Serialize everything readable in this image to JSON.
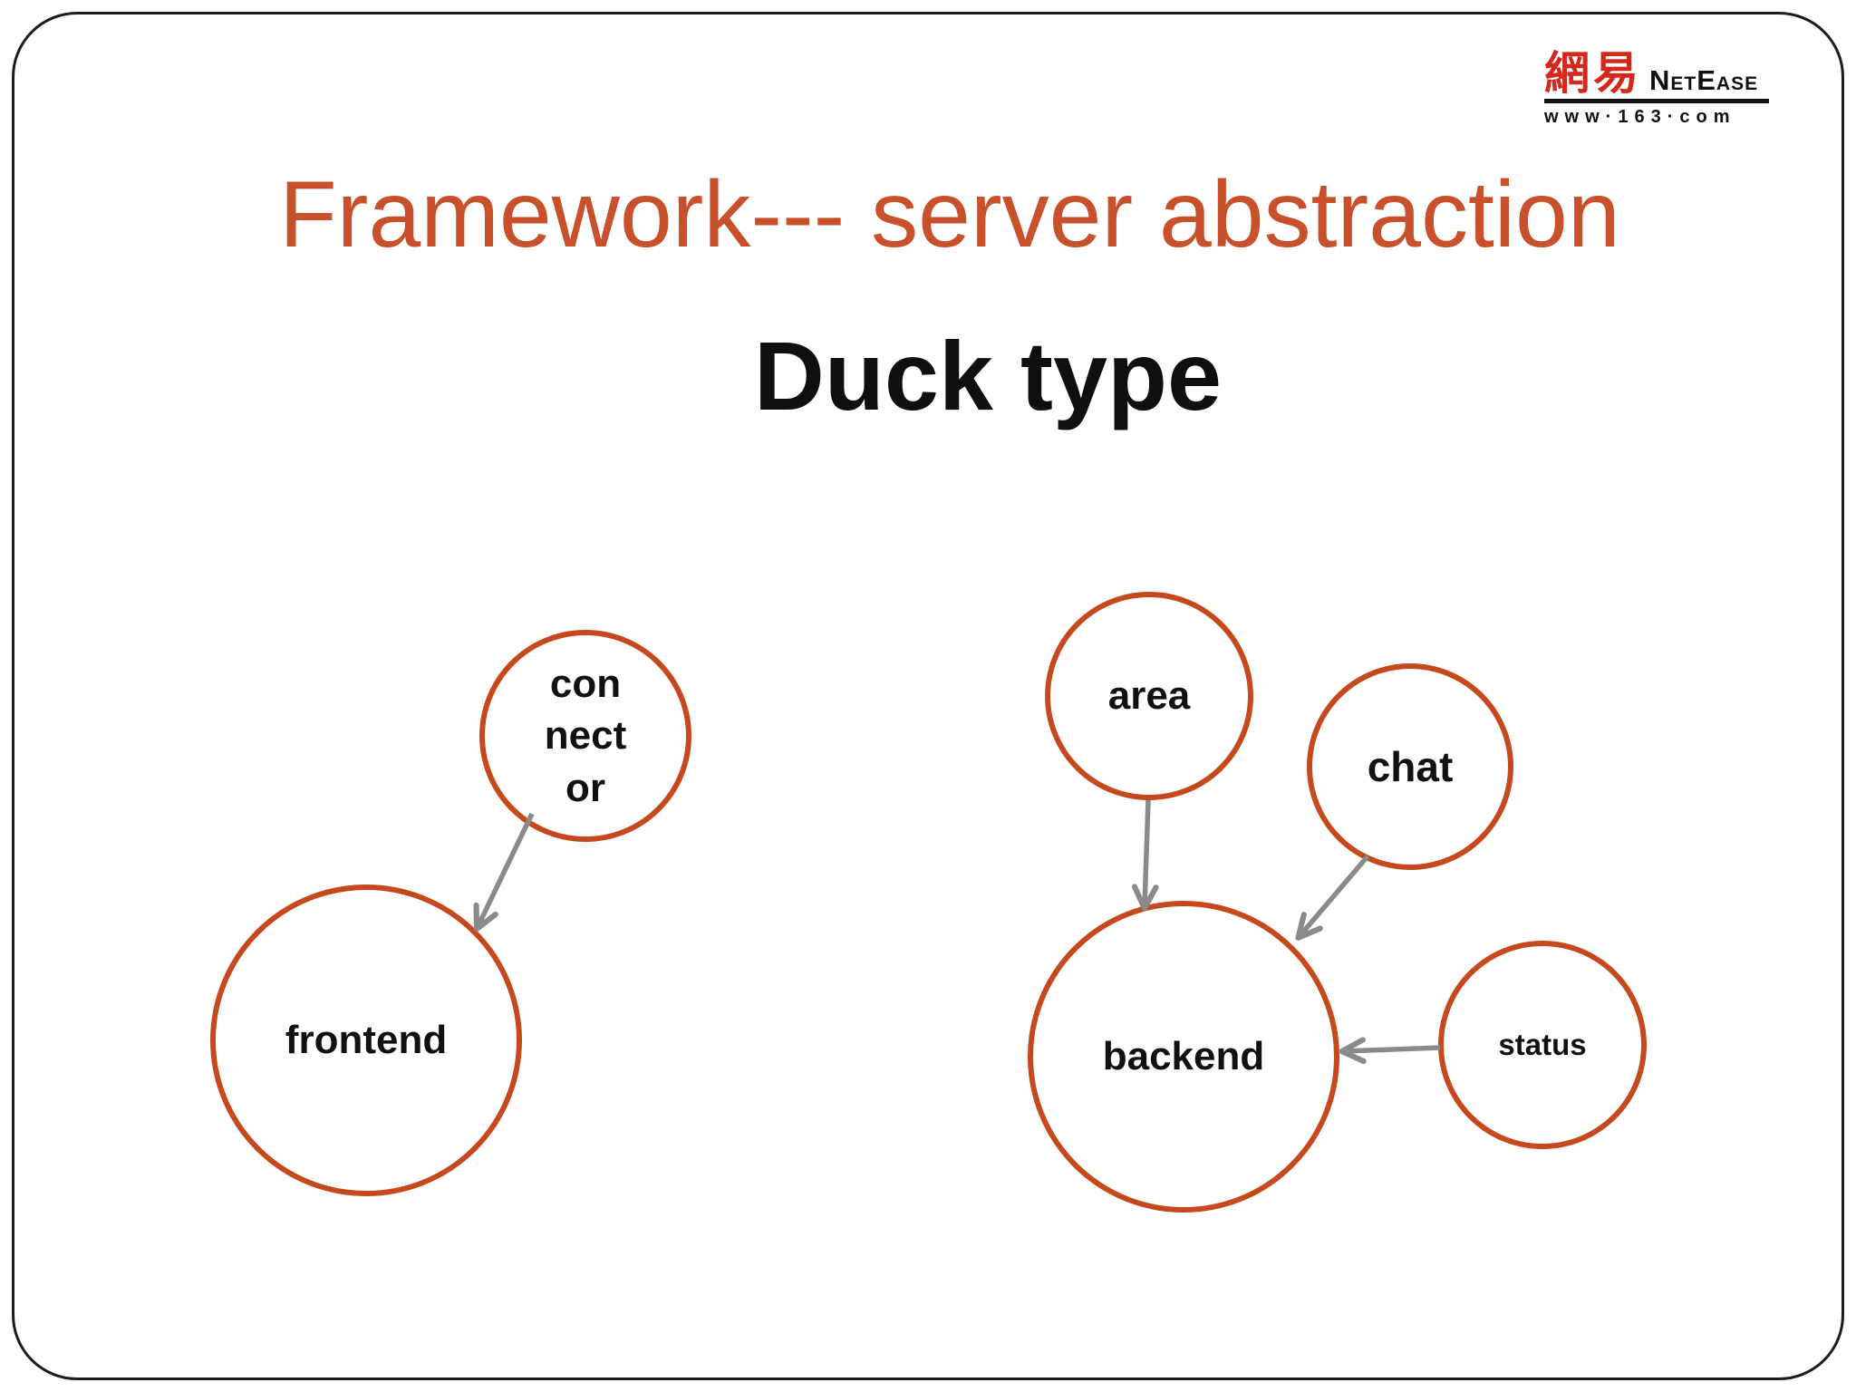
{
  "header": {
    "title": "Framework--- server abstraction",
    "subtitle": "Duck type"
  },
  "logo": {
    "chinese": "網易",
    "brand": [
      "N",
      "ET",
      "E",
      "ASE"
    ],
    "url": "www·163·com"
  },
  "diagram": {
    "nodes": [
      {
        "id": "connector",
        "label": "con\nnect\nor"
      },
      {
        "id": "frontend",
        "label": "frontend"
      },
      {
        "id": "area",
        "label": "area"
      },
      {
        "id": "chat",
        "label": "chat"
      },
      {
        "id": "backend",
        "label": "backend"
      },
      {
        "id": "status",
        "label": "status"
      }
    ],
    "edges": [
      {
        "from": "connector",
        "to": "frontend"
      },
      {
        "from": "area",
        "to": "backend"
      },
      {
        "from": "chat",
        "to": "backend"
      },
      {
        "from": "status",
        "to": "backend"
      }
    ]
  },
  "colors": {
    "title": "#C8512B",
    "node_stroke": "#C6481D",
    "arrow": "#8A8A8A",
    "logo_red": "#D6271B",
    "frame": "#1C1C1C",
    "text": "#111111"
  }
}
